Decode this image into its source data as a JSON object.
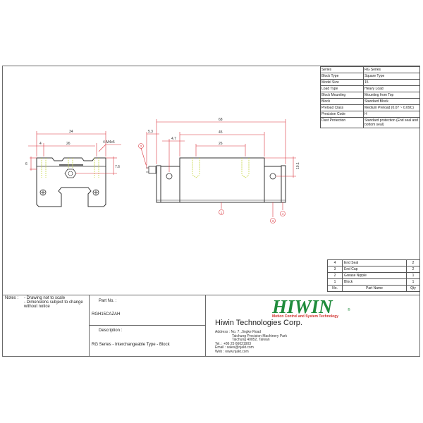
{
  "spec_table": {
    "rows": [
      {
        "label": "Series",
        "value": "RG Series"
      },
      {
        "label": "Block Type",
        "value": "Square Type"
      },
      {
        "label": "Model Size",
        "value": "15"
      },
      {
        "label": "Load Type",
        "value": "Heavy Load"
      },
      {
        "label": "Block Mounting",
        "value": "Mounting from Top"
      },
      {
        "label": "Block",
        "value": "Standard Block"
      },
      {
        "label": "Preload Class",
        "value": "Medium Preload (0.07 ~ 0.09C)"
      },
      {
        "label": "Precision Code",
        "value": "H"
      },
      {
        "label": "Dust Protection",
        "value": "Standard protection (End seal and bottom seal)"
      }
    ]
  },
  "parts_list": {
    "headers": {
      "no": "No.",
      "name": "Part Name",
      "qty": "Qty"
    },
    "rows": [
      {
        "no": "4",
        "name": "End Seal",
        "qty": "2"
      },
      {
        "no": "3",
        "name": "End Cap",
        "qty": "2"
      },
      {
        "no": "2",
        "name": "Grease Nipple",
        "qty": "1"
      },
      {
        "no": "1",
        "name": "Block",
        "qty": "1"
      }
    ]
  },
  "front_view": {
    "dims": {
      "overall_width": "34",
      "hole_pitch": "26",
      "edge_offset": "4",
      "thread": "4-M4x5",
      "height_left": "6",
      "height_right": "7.6"
    }
  },
  "side_view": {
    "dims": {
      "overall_length": "68",
      "body_length": "45",
      "hole_pitch": "26",
      "nipple_length": "5.3",
      "end_offset": "4.7",
      "height": "10.1"
    },
    "balloons": [
      "1",
      "2",
      "3",
      "4"
    ]
  },
  "title_block": {
    "notes_label": "Notes :",
    "notes": [
      "- Drawing not to scale",
      "- Dimensions subject to change",
      "without notice"
    ],
    "part_no_label": "Part No. :",
    "part_no": "RGH15CAZAH",
    "description_label": "Description :",
    "description": "RG Series - Interchangeable Type - Block"
  },
  "company": {
    "logo": "HIWIN",
    "registered": "®",
    "tagline": "Motion Control and System Technology",
    "name": "Hiwin Technologies Corp.",
    "address_lines": [
      "Address : No. 7, Jingke Road",
      "Taichung Precision Machinery Park",
      "Taichung 40852, Taiwan",
      "Tel. : +86 25 66021903",
      "Email : sales@njakt.com",
      "Web :   www.njakt.com"
    ],
    "colors": {
      "logo": "#1f8b3b",
      "tagline": "#d0312d"
    }
  },
  "colors": {
    "dimension": "#d9363e",
    "outline": "#333333",
    "hidden_thread": "#c8d84a",
    "border": "#6a6a6a"
  }
}
